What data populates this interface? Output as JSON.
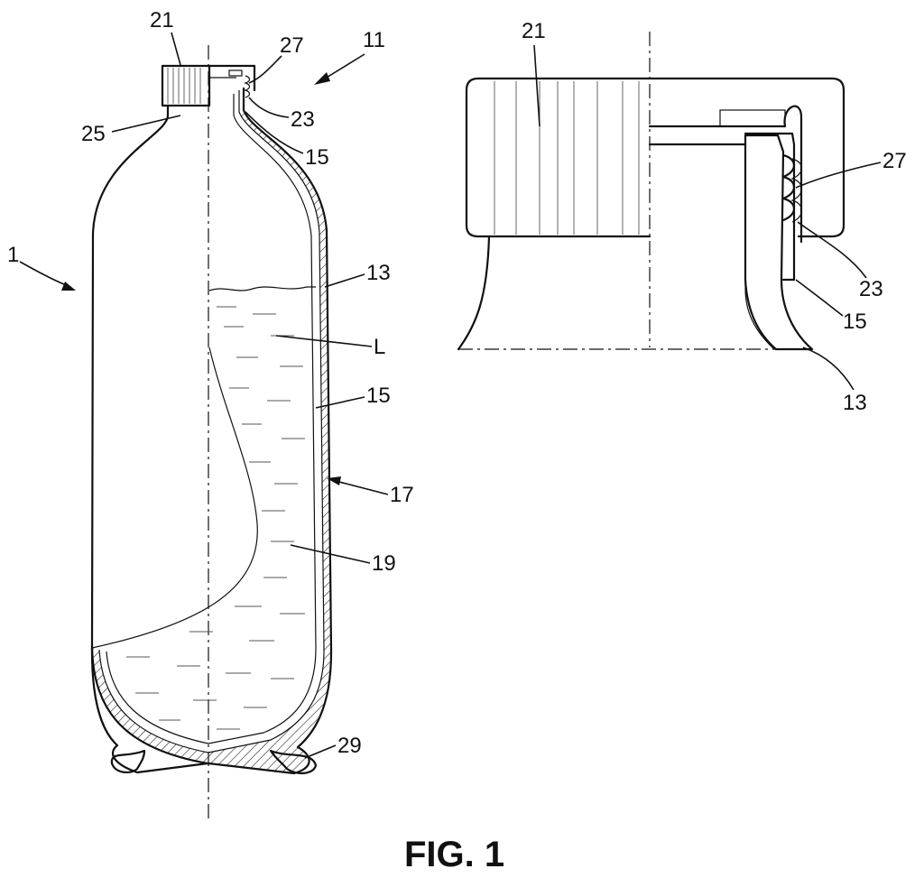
{
  "figure": {
    "caption": "FIG. 1",
    "reference_numerals": {
      "bottle": "1",
      "inset": "11",
      "outer_wall": "13",
      "inner_wall": "15",
      "gap": "17",
      "bag": "19",
      "cap": "21",
      "thread": "23",
      "neck": "25",
      "cap_thread": "27",
      "foot": "29",
      "liquid": "L"
    }
  }
}
